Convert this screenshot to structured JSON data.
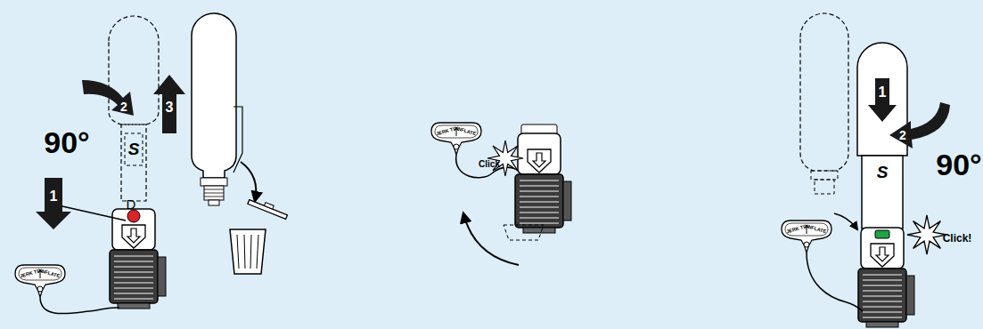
{
  "diagram": {
    "labels": [
      "90°",
      "1",
      "2",
      "3",
      "D",
      "JERK TO",
      "INFLATE",
      "S",
      "JERK TO",
      "INFLATE",
      "Click",
      "1",
      "2",
      "90°",
      "S",
      "JERK TO",
      "INFLATE",
      "Click!"
    ]
  }
}
